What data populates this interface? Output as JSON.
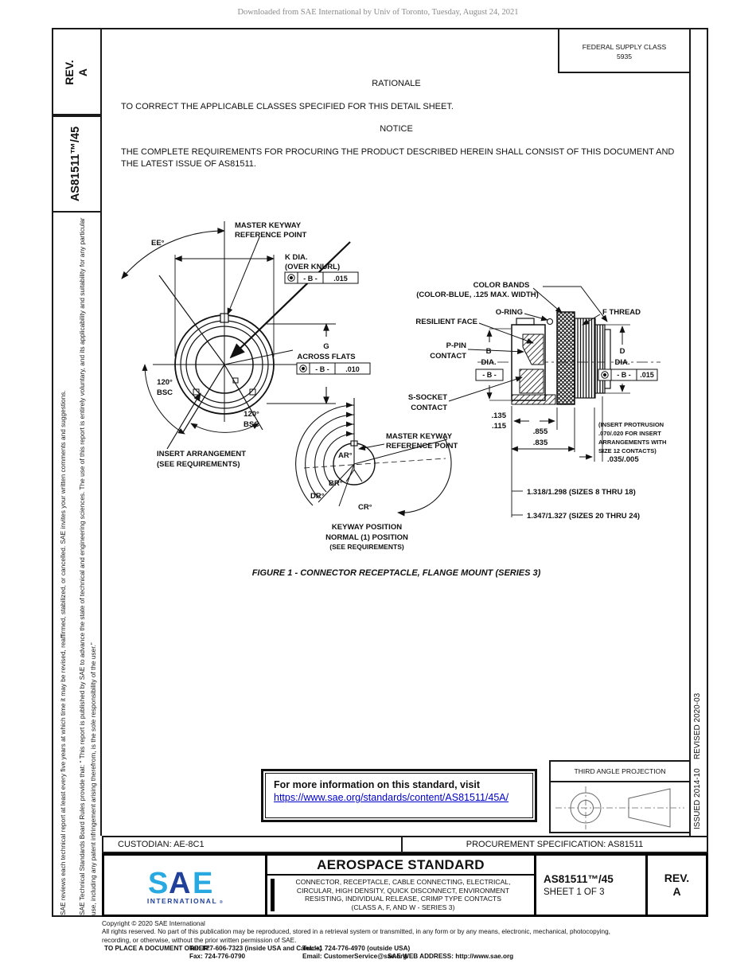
{
  "watermark": "Downloaded from SAE International by Univ of Toronto, Tuesday, August 24, 2021",
  "sidebar": {
    "rev_label": "REV.",
    "rev_value": "A",
    "doc_number": "AS81511™/45",
    "legal_paragraph_1": "SAE Technical Standards Board Rules provide that: “ This report is published by SAE to advance the state of technical and engineering sciences. The use of this report is entirely voluntary, and its applicability and suitability for any particular use, including any patent infringement arising therefrom, is the sole responsibility of the user.”",
    "legal_paragraph_2": "SAE reviews each technical report at least every five years at which time it may be revised, reaffirmed, stabilized, or cancelled. SAE invites your written comments and suggestions."
  },
  "header": {
    "federal_supply_class_label": "FEDERAL SUPPLY CLASS",
    "federal_supply_class_value": "5935"
  },
  "right_strip": {
    "issued_revised": "ISSUED 2014-10    REVISED 2020-03"
  },
  "rationale": {
    "heading": "RATIONALE",
    "body": "TO CORRECT THE APPLICABLE CLASSES SPECIFIED FOR THIS DETAIL SHEET."
  },
  "notice": {
    "heading": "NOTICE",
    "body": "THE COMPLETE REQUIREMENTS FOR PROCURING THE PRODUCT DESCRIBED HEREIN SHALL CONSIST OF THIS DOCUMENT AND THE LATEST ISSUE OF AS81511."
  },
  "figure": {
    "caption": "FIGURE 1 - CONNECTOR RECEPTACLE, FLANGE MOUNT (SERIES 3)",
    "labels": {
      "mk_1": "MASTER KEYWAY",
      "mk_2": "REFERENCE POINT",
      "ee": "EE°",
      "k_dia_1": "K DIA.",
      "k_dia_2": "(OVER KNURL)",
      "datum_b": "- B -",
      "tol_015": ".015",
      "tol_010": ".010",
      "g_1": "G",
      "g_2": "ACROSS FLATS",
      "bsc_deg": "120°",
      "bsc": "BSC",
      "insert_1": "INSERT ARRANGEMENT",
      "insert_2": "(SEE REQUIREMENTS)",
      "color_bands_1": "COLOR BANDS",
      "color_bands_2": "(COLOR-BLUE, .125 MAX. WIDTH)",
      "o_ring": "O-RING",
      "f_thread": "F THREAD",
      "resilient": "RESILIENT FACE",
      "p_pin_1": "P-PIN",
      "p_pin_2": "CONTACT",
      "b": "B",
      "d": "D",
      "dia": "DIA.",
      "s_socket_1": "S-SOCKET",
      "s_socket_2": "CONTACT",
      "d135": ".135",
      "d115": ".115",
      "d855": ".855",
      "d835": ".835",
      "protrusion_1": "(INSERT PROTRUSION",
      "protrusion_2": ".070/.020 FOR INSERT",
      "protrusion_3": "ARRANGEMENTS WITH",
      "protrusion_4": "SIZE 12 CONTACTS)",
      "d035": ".035/.005",
      "d1318": "1.318/1.298 (SIZES 8 THRU 18)",
      "d1347": "1.347/1.327 (SIZES 20 THRU 24)",
      "ar": "AR°",
      "br": "BR°",
      "dr": "DR°",
      "cr": "CR°",
      "keyway_1": "KEYWAY POSITION",
      "keyway_2": "NORMAL (1) POSITION",
      "keyway_3": "(SEE REQUIREMENTS)"
    }
  },
  "info_box": {
    "line1": "For more information on this standard, visit",
    "link": "https://www.sae.org/standards/content/AS81511/45A/"
  },
  "projection_box": {
    "title": "THIRD ANGLE PROJECTION"
  },
  "bars": {
    "custodian": "CUSTODIAN: AE-8C1",
    "procurement": "PROCUREMENT SPECIFICATION: AS81511"
  },
  "title_block": {
    "title": "AEROSPACE STANDARD",
    "subtitle_1": "CONNECTOR, RECEPTACLE, CABLE CONNECTING, ELECTRICAL,",
    "subtitle_2": "CIRCULAR, HIGH DENSITY, QUICK DISCONNECT, ENVIRONMENT",
    "subtitle_3": "RESISTING, INDIVIDUAL RELEASE, CRIMP TYPE CONTACTS",
    "subtitle_4": "(CLASS A, F, AND W - SERIES 3)",
    "doc_number": "AS81511™/45",
    "sheet": "SHEET 1 OF 3",
    "rev_label": "REV.",
    "rev_value": "A",
    "logo": {
      "s": "S",
      "a": "A",
      "e": "E",
      "tagline": "INTERNATIONAL",
      "reg": "®"
    }
  },
  "footer": {
    "copyright": "Copyright © 2020 SAE International",
    "rights_1": "All rights reserved. No part of this publication may be reproduced, stored in a retrieval system or transmitted, in any form or by any means, electronic, mechanical, photocopying,",
    "rights_2": "recording, or otherwise, without the prior written permission of SAE.",
    "order_label": "TO PLACE A DOCUMENT ORDER:",
    "tel_inside": "Tel: 877-606-7323 (inside USA and Canada)",
    "fax": "Fax: 724-776-0790",
    "tel_outside": "Tel: +1 724-776-4970 (outside USA)",
    "email": "Email: CustomerService@sae.org",
    "web": "SAE WEB ADDRESS: http://www.sae.org"
  },
  "colors": {
    "link_blue": "#0000CC",
    "sae_light_blue": "#29A9E1",
    "sae_dark_blue": "#21409A"
  }
}
